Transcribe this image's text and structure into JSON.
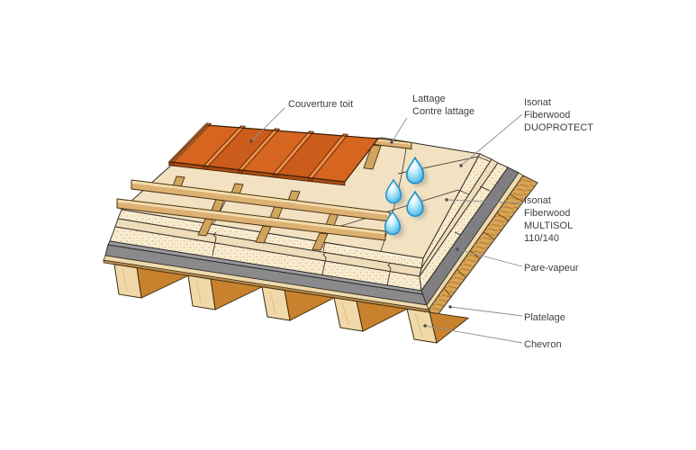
{
  "diagram": {
    "type": "roof-construction-exploded-view",
    "labels": {
      "couverture_toit": {
        "lines": [
          "Couverture toit"
        ]
      },
      "lattage": {
        "lines": [
          "Lattage",
          "Contre lattage"
        ]
      },
      "duoprotect": {
        "lines": [
          "Isonat",
          "Fiberwood",
          "DUOPROTECT"
        ]
      },
      "multisol": {
        "lines": [
          "Isonat",
          "Fiberwood",
          "MULTISOL",
          "110/140"
        ]
      },
      "pare_vapeur": {
        "lines": [
          "Pare-vapeur"
        ]
      },
      "platelage": {
        "lines": [
          "Platelage"
        ]
      },
      "chevron": {
        "lines": [
          "Chevron"
        ]
      }
    },
    "colors": {
      "background": "#FFFFFF",
      "tile_orange": "#D5651F",
      "tile_orange_dark": "#CC5C1B",
      "tile_rib": "#EF8C48",
      "tile_lip": "#A84B12",
      "wood_top": "#F3DCAC",
      "wood_front": "#DCB172",
      "wood_stub": "#D2A55F",
      "insulation_top": "#F2E2C2",
      "insulation_edge_base": "#F8EDD2",
      "insulation_speckle": "#E3AE72",
      "multisol_strip": "#EEDDBA",
      "vapor_gray": "#8A8A8D",
      "vapor_gray_top": "#9B9B9E",
      "vapor_gray_side": "#7F7F82",
      "platelage_light": "#F0DAAC",
      "platelage_shadow": "#B98A48",
      "rafter_front": "#F0D8A9",
      "rafter_side": "#C8822E",
      "rafter_band": "#D9A455",
      "droplet_blue": "#41B1E4",
      "droplet_outline": "#1E8FC8",
      "leader_line": "#8E8E8E",
      "label_text": "#3F3F3F",
      "outline_dark": "#3A332A"
    },
    "droplets": {
      "count": 4
    }
  }
}
